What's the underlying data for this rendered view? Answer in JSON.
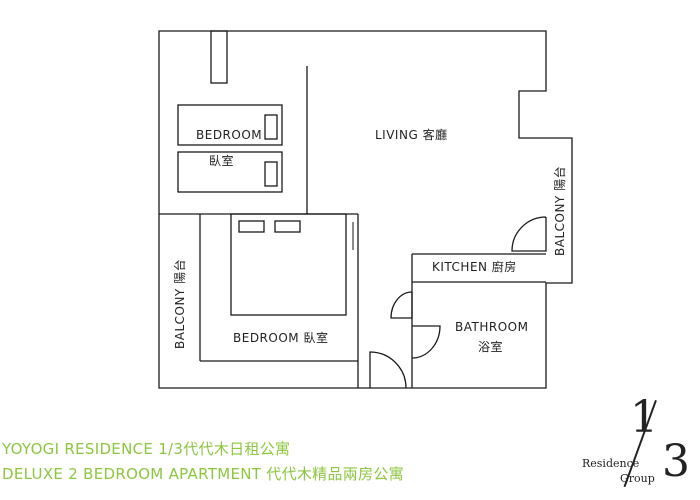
{
  "plan": {
    "labels": {
      "living": "LIVING 客廳",
      "bedroom1_en": "BEDROOM",
      "bedroom1_zh": "臥室",
      "bedroom2": "BEDROOM 臥室",
      "balcony_left": "BALCONY 陽台",
      "balcony_right": "BALCONY 陽台",
      "kitchen": "KITCHEN 廚房",
      "bathroom_en": "BATHROOM",
      "bathroom_zh": "浴室"
    }
  },
  "caption": {
    "line1": "YOYOGI RESIDENCE  1/3代代木日租公寓",
    "line2": "DELUXE 2 BEDROOM APARTMENT   代代木精品兩房公寓",
    "color": "#8cc63f"
  },
  "logo": {
    "numerator": "1",
    "denominator": "3",
    "word1": "Residence",
    "word2": "Group"
  }
}
